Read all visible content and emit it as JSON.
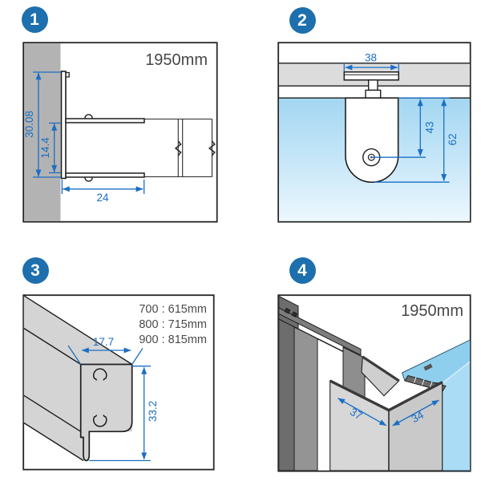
{
  "colors": {
    "dimension_blue": "#1b6fc4",
    "badge_blue": "#1d6fad",
    "outline_black": "#1e1e1e",
    "wall_gray": "#b3b3b3",
    "rail_gray": "#dcdcdc",
    "profile_light_gray": "#d4d4d4",
    "glass_blue": "#abdcf5"
  },
  "panels": {
    "p1": {
      "badge": "1",
      "length_label": "1950mm",
      "dim_height": "30.08",
      "dim_inner": "14.4",
      "dim_depth": "24"
    },
    "p2": {
      "badge": "2",
      "dim_width": "38",
      "dim_axle": "43",
      "dim_total": "62"
    },
    "p3": {
      "badge": "3",
      "size_options": [
        "700 : 615mm",
        "800 : 715mm",
        "900 : 815mm"
      ],
      "dim_width": "17.7",
      "dim_height": "33.2"
    },
    "p4": {
      "badge": "4",
      "length_label": "1950mm",
      "dim_left_face": "37",
      "dim_right_face": "34"
    }
  }
}
